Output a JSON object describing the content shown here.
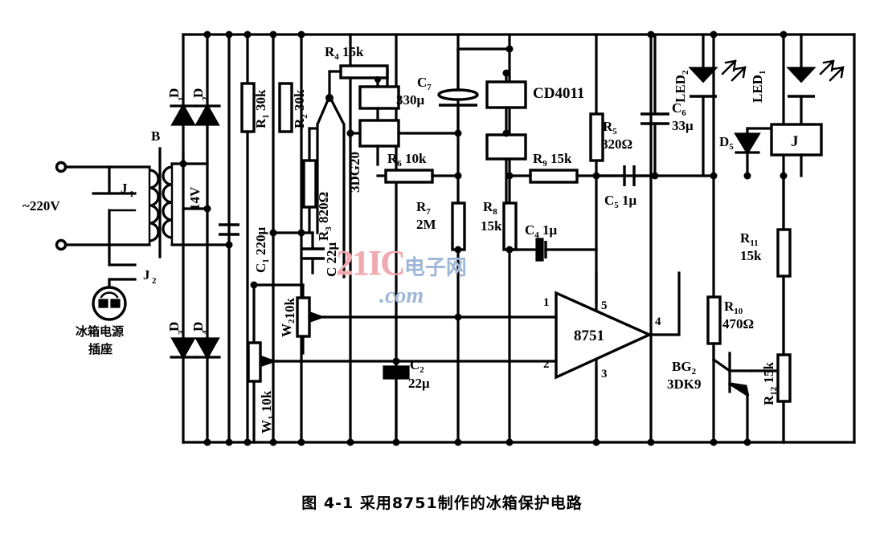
{
  "figure": {
    "caption": "图 4-1   采用8751制作的冰箱保护电路",
    "watermark_main": "21IC",
    "watermark_cn": "电子网",
    "watermark_dom": ".com"
  },
  "power_input": {
    "mains_label": "~220V",
    "transformer_label": "B",
    "secondary_voltage": "14V",
    "relay_contact_1": "J",
    "relay_contact_1_sub": "1",
    "relay_contact_2": "J",
    "relay_contact_2_sub": "2",
    "socket_label_line1": "冰箱电源",
    "socket_label_line2": "插座"
  },
  "diodes": [
    {
      "name": "D",
      "sub": "1"
    },
    {
      "name": "D",
      "sub": "2"
    },
    {
      "name": "D",
      "sub": "3"
    },
    {
      "name": "D",
      "sub": "4"
    },
    {
      "name": "D",
      "sub": "5"
    }
  ],
  "resistors": [
    {
      "name": "R",
      "sub": "1",
      "value": "30k"
    },
    {
      "name": "R",
      "sub": "2",
      "value": "30k"
    },
    {
      "name": "R",
      "sub": "3",
      "value": "820Ω"
    },
    {
      "name": "R",
      "sub": "4",
      "value": "15k"
    },
    {
      "name": "R",
      "sub": "5",
      "value": "820Ω"
    },
    {
      "name": "R",
      "sub": "6",
      "value": "10k"
    },
    {
      "name": "R",
      "sub": "7",
      "value": "2M"
    },
    {
      "name": "R",
      "sub": "8",
      "value": "15k"
    },
    {
      "name": "R",
      "sub": "9",
      "value": "15k"
    },
    {
      "name": "R",
      "sub": "10",
      "value": "470Ω"
    },
    {
      "name": "R",
      "sub": "11",
      "value": "15k"
    },
    {
      "name": "R",
      "sub": "12",
      "value": "15k"
    }
  ],
  "capacitors": [
    {
      "name": "C",
      "sub": "1",
      "value": "220μ"
    },
    {
      "name": "C",
      "sub": "",
      "value": "22μ"
    },
    {
      "name": "C",
      "sub": "2",
      "value": "22μ"
    },
    {
      "name": "C",
      "sub": "4",
      "value": "1μ"
    },
    {
      "name": "C",
      "sub": "5",
      "value": "1μ"
    },
    {
      "name": "C",
      "sub": "6",
      "value": "33μ"
    },
    {
      "name": "C",
      "sub": "7",
      "value": "330μ"
    }
  ],
  "potentiometers": [
    {
      "name": "W",
      "sub": "1",
      "value": "10k"
    },
    {
      "name": "W",
      "sub": "2",
      "value": "10k"
    }
  ],
  "semiconductors": {
    "transistor_3dg20": "3DG20",
    "logic_ic": "CD4011",
    "main_ic": "8751",
    "driver_name": "BG",
    "driver_sub": "2",
    "driver_type": "3DK9"
  },
  "ic_pins": {
    "pin1": "1",
    "pin2": "2",
    "pin3": "3",
    "pin4": "4",
    "pin5": "5"
  },
  "indicators": [
    {
      "name": "LED",
      "sub": "1"
    },
    {
      "name": "LED",
      "sub": "2"
    }
  ],
  "relay_coil": "J"
}
